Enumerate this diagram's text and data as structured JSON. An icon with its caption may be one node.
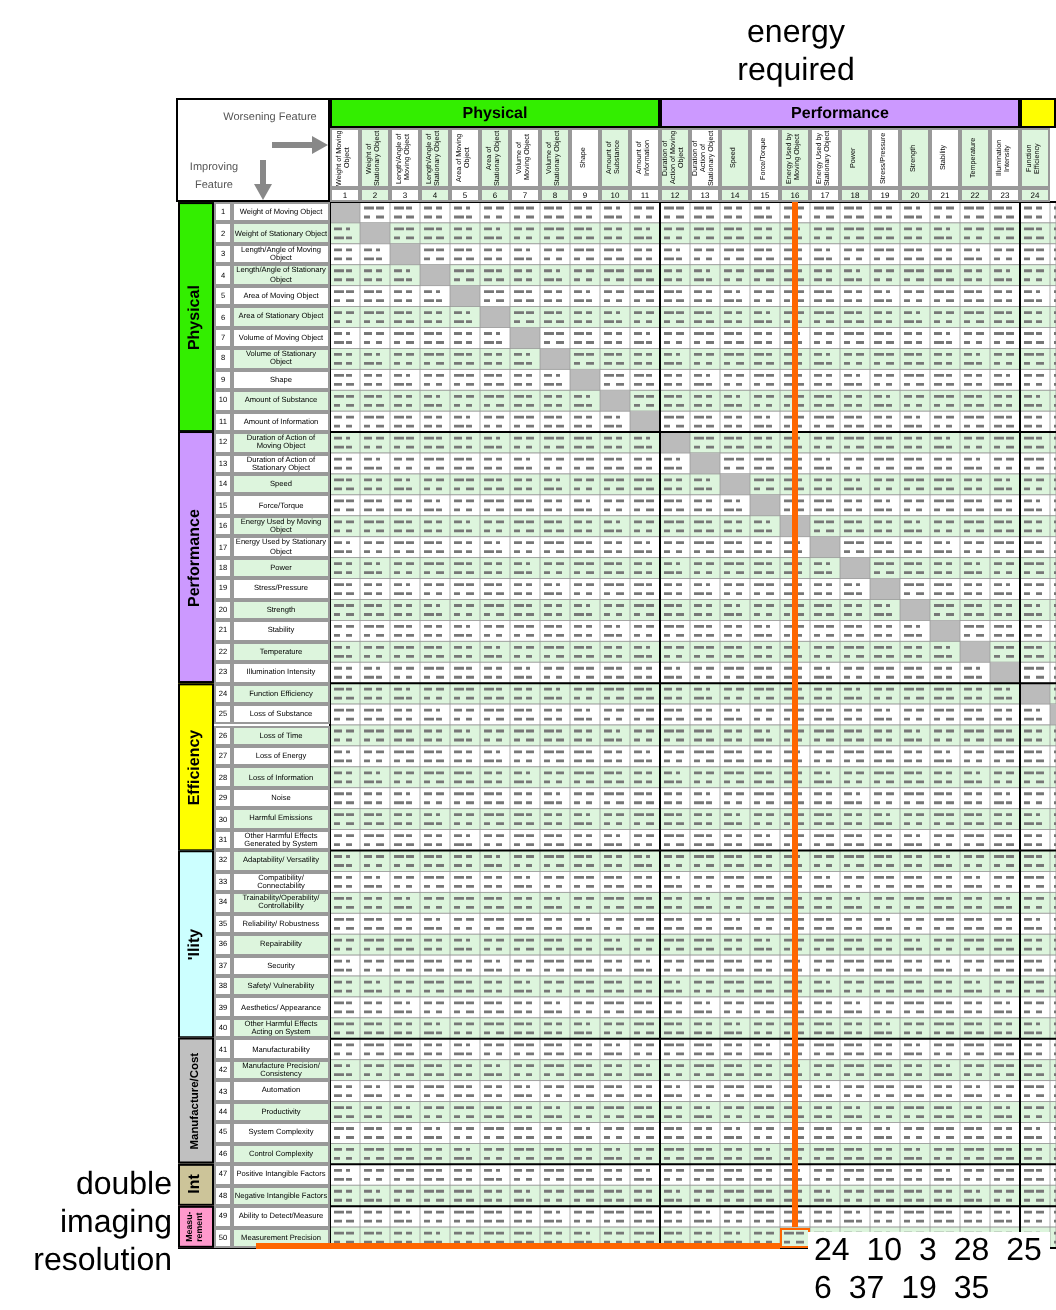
{
  "diagram": {
    "nodes": [
      {
        "text": [
          "energy required"
        ]
      },
      {
        "text": [
          "double imaging resolution"
        ]
      },
      {
        "text": [],
        "shape": "box",
        "beside": [
          "24 10 3 28 25 6 37 19 35"
        ]
      }
    ],
    "edges": [
      {
        "from": 0,
        "to": 2,
        "arrow": "none",
        "color": "#ff6600"
      },
      {
        "from": 1,
        "to": 2,
        "arrow": "none",
        "color": "#ff6600"
      }
    ],
    "labels": [
      "Worsening Feature",
      "Improving Feature",
      "Physical",
      "Performance",
      "Weight of Moving Object",
      "Weight of Stationary Object",
      "Length/Angle of Moving Object",
      "Length/Angle of Stationary Object",
      "Area of Moving Object",
      "Area of Stationary Object",
      "Volume of Moving Object",
      "Volume of Stationary Object",
      "Shape",
      "Amount of Substance",
      "Amount of Information",
      "Duration of Action of Moving Object",
      "Duration of Action of Stationary Object",
      "Speed",
      "Force/Torque",
      "Energy Used by Moving Object",
      "Energy Used by Stationary Object",
      "Power",
      "Stress/Pressure",
      "Strength",
      "Stability",
      "Temperature",
      "Illumination Intensity",
      "Function Efficiency",
      "1",
      "2",
      "3",
      "4",
      "5",
      "6",
      "7",
      "8",
      "9",
      "10",
      "11",
      "12",
      "13",
      "14",
      "15",
      "16",
      "17",
      "18",
      "19",
      "20",
      "21",
      "22",
      "23",
      "24",
      "Physical",
      "1",
      "Weight of Moving Object",
      "2",
      "Weight of Stationary Object",
      "3",
      "Length/Angle of Moving Object",
      "4",
      "Length/Angle of Stationary Object",
      "5",
      "Area of Moving Object",
      "6",
      "Area of Stationary Object",
      "7",
      "Volume of Moving Object",
      "8",
      "Volume of Stationary Object",
      "9",
      "Shape",
      "10",
      "Amount of Substance",
      "11",
      "Amount of Information",
      "Performance",
      "12",
      "Duration of Action of Moving Object",
      "13",
      "Duration of Action of Stationary Object",
      "14",
      "Speed",
      "15",
      "Force/Torque",
      "16",
      "Energy Used by Moving Object",
      "17",
      "Energy Used by Stationary Object",
      "18",
      "Power",
      "19",
      "Stress/Pressure",
      "20",
      "Strength",
      "21",
      "Stability",
      "22",
      "Temperature",
      "23",
      "Illumination Intensity",
      "Efficiency",
      "24",
      "Function Efficiency",
      "25",
      "Loss of Substance",
      "26",
      "Loss of Time",
      "27",
      "Loss of Energy",
      "28",
      "Loss of Information",
      "29",
      "Noise",
      "30",
      "Harmful Emissions",
      "31",
      "Other Harmful Effects Generated by System",
      "'Ility",
      "32",
      "Adaptability/ Versatility",
      "33",
      "Compatibility/ Connectability",
      "34",
      "Trainability/Operability/ Controllability",
      "35",
      "Reliability/ Robustness",
      "36",
      "Repairability",
      "37",
      "Security",
      "38",
      "Safety/ Vulnerability",
      "39",
      "Aesthetics/ Appearance",
      "40",
      "Other Harmful Effects Acting on System",
      "Manufacture/Cost",
      "41",
      "Manufacturability",
      "42",
      "Manufacture Precision/ Consistency",
      "43",
      "Automation",
      "44",
      "Productivity",
      "45",
      "System Complexity",
      "46",
      "Control Complexity",
      "Int",
      "47",
      "Positive Intangible Factors",
      "48",
      "Negative Intangible Factors",
      "Measu- rement",
      "49",
      "Ability to Detect/Measure",
      "50",
      "Measurement Precision"
    ]
  }
}
